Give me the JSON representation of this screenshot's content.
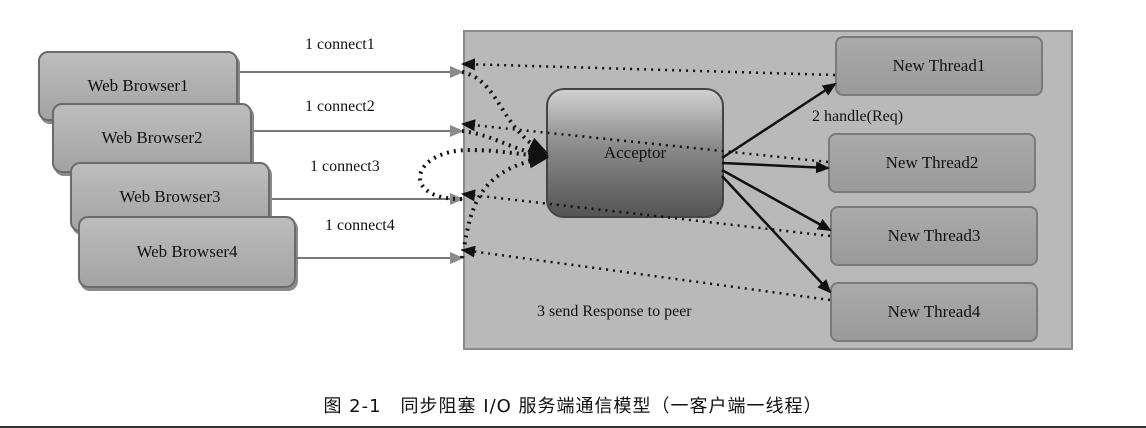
{
  "browsers": [
    {
      "label": "Web Browser1"
    },
    {
      "label": "Web Browser2"
    },
    {
      "label": "Web Browser3"
    },
    {
      "label": "Web Browser4"
    }
  ],
  "connect_labels": [
    "1 connect1",
    "1 connect2",
    "1 connect3",
    "1 connect4"
  ],
  "acceptor": {
    "label": "Acceptor"
  },
  "threads": [
    {
      "label": "New Thread1"
    },
    {
      "label": "New Thread2"
    },
    {
      "label": "New Thread3"
    },
    {
      "label": "New Thread4"
    }
  ],
  "handle_label": "2 handle(Req)",
  "response_label": "3 send Response to peer",
  "caption": "图 2-1　同步阻塞 I/O 服务端通信模型（一客户端一线程）"
}
